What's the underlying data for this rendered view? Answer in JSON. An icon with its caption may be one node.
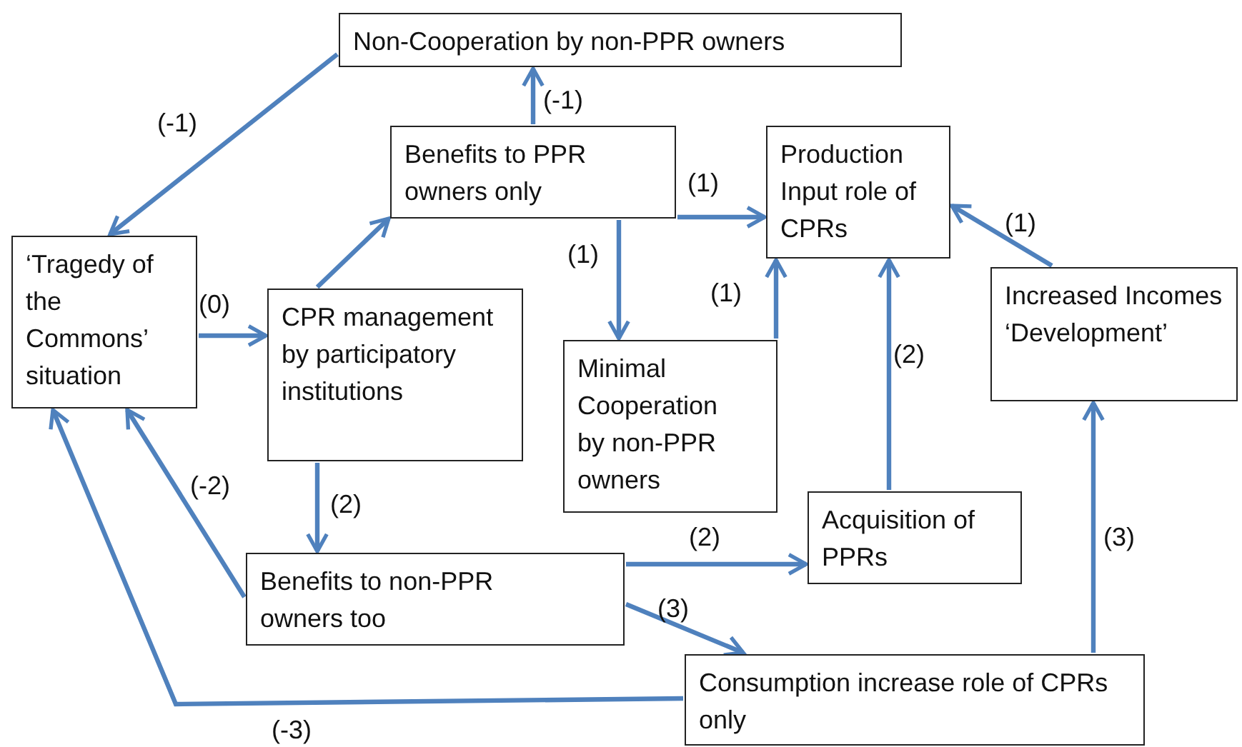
{
  "diagram": {
    "nodes": [
      {
        "text": [
          "Non-Cooperation by non-PPR owners"
        ]
      },
      {
        "text": [
          "Benefits to PPR owners only"
        ]
      },
      {
        "text": [
          "Production Input role of CPRs"
        ]
      },
      {
        "text": [
          "‘Tragedy of the Commons’ situation"
        ]
      },
      {
        "text": [
          "CPR management by participatory institutions"
        ]
      },
      {
        "text": [
          "Minimal Cooperation by non-PPR owners"
        ]
      },
      {
        "text": [
          "Increased Incomes ‘Development’"
        ]
      },
      {
        "text": [
          "Acquisition of PPRs"
        ]
      },
      {
        "text": [
          "Benefits to non-PPR owners too"
        ]
      },
      {
        "text": [
          "Consumption increase role of CPRs only"
        ]
      }
    ],
    "edges": [
      {
        "from": 0,
        "to": 3,
        "arrow": "to",
        "label": "(-1)"
      },
      {
        "from": 1,
        "to": 0,
        "arrow": "to",
        "label": "(-1)"
      },
      {
        "from": 4,
        "to": 1,
        "arrow": "to"
      },
      {
        "from": 3,
        "to": 4,
        "arrow": "to",
        "label": "(0)"
      },
      {
        "from": 1,
        "to": 2,
        "arrow": "to",
        "label": "(1)"
      },
      {
        "from": 1,
        "to": 5,
        "arrow": "to",
        "label": "(1)"
      },
      {
        "from": 5,
        "to": 2,
        "arrow": "to",
        "label": "(1)"
      },
      {
        "from": 6,
        "to": 2,
        "arrow": "to",
        "label": "(1)"
      },
      {
        "from": 7,
        "to": 2,
        "arrow": "to",
        "label": "(2)"
      },
      {
        "from": 4,
        "to": 8,
        "arrow": "to",
        "label": "(2)"
      },
      {
        "from": 8,
        "to": 3,
        "arrow": "to",
        "label": "(-2)"
      },
      {
        "from": 8,
        "to": 7,
        "arrow": "to",
        "label": "(2)"
      },
      {
        "from": 8,
        "to": 9,
        "arrow": "to",
        "label": "(3)"
      },
      {
        "from": 9,
        "to": 3,
        "arrow": "to",
        "label": "(-3)"
      },
      {
        "from": 9,
        "to": 6,
        "arrow": "to",
        "label": "(3)"
      }
    ]
  }
}
